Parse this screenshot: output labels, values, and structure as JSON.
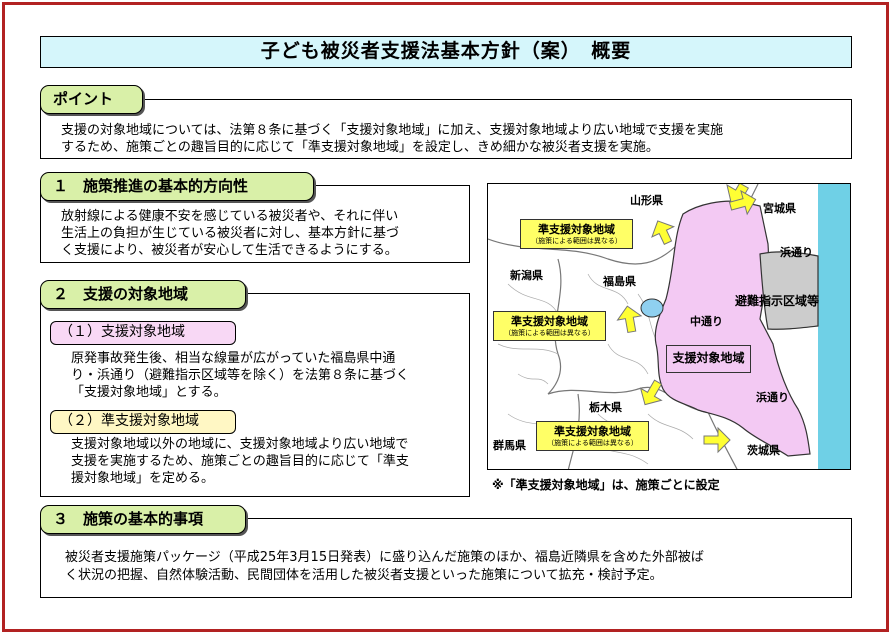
{
  "title": "子ども被災者支援法基本方針（案）　概要",
  "point": {
    "tab": "ポイント",
    "lines": [
      "支援の対象地域については、法第８条に基づく「支援対象地域」に加え、支援対象地域より広い地域で支援を実施",
      "するため、施策ごとの趣旨目的に応じて「準支援対象地域」を設定し、きめ細かな被災者支援を実施。"
    ]
  },
  "section1": {
    "tab": "１　施策推進の基本的方向性",
    "lines": [
      "放射線による健康不安を感じている被災者や、それに伴い",
      "生活上の負担が生じている被災者に対し、基本方針に基づ",
      "く支援により、被災者が安心して生活できるようにする。"
    ]
  },
  "section2": {
    "tab": "２　支援の対象地域",
    "sub1": {
      "label": "（１）支援対象地域",
      "lines": [
        "原発事故発生後、相当な線量が広がっていた福島県中通",
        "り・浜通り（避難指示区域等を除く）を法第８条に基づく",
        "「支援対象地域」とする。"
      ]
    },
    "sub2": {
      "label": "（２）準支援対象地域",
      "lines": [
        "支援対象地域以外の地域に、支援対象地域より広い地域で",
        "支援を実施するため、施策ごとの趣旨目的に応じて「準支",
        "援対象地域」を定める。"
      ]
    }
  },
  "map": {
    "prefectures": {
      "yamagata": "山形県",
      "miyagi": "宮城県",
      "niigata": "新潟県",
      "fukushima": "福島県",
      "tochigi": "栃木県",
      "gunma": "群馬県",
      "ibaraki": "茨城県"
    },
    "areas": {
      "nakadori": "中通り",
      "hamadori_north": "浜通り",
      "hamadori_south": "浜通り",
      "evacuation": "避難指示区域等",
      "support": "支援対象地域"
    },
    "callouts": [
      {
        "title": "準支援対象地域",
        "sub": "（施策による範囲は異なる）"
      },
      {
        "title": "準支援対象地域",
        "sub": "（施策による範囲は異なる）"
      },
      {
        "title": "準支援対象地域",
        "sub": "（施策による範囲は異なる）"
      }
    ],
    "note": "※「準支援対象地域」は、施策ごとに設定",
    "colors": {
      "sea": "#6fd0e6",
      "support": "#f3c9f3",
      "evacuation": "#cccccc",
      "arrow": "#ffff33",
      "lake": "#8fd0f0"
    }
  },
  "section3": {
    "tab": "３　施策の基本的事項",
    "lines": [
      "被災者支援施策パッケージ（平成25年3月15日発表）に盛り込んだ施策のほか、福島近隣県を含めた外部被ば",
      "く状況の把握、自然体験活動、民間団体を活用した被災者支援といった施策について拡充・検討予定。"
    ]
  },
  "colors": {
    "frame": "#b22222",
    "title_bg": "#d5f6fb",
    "tab_bg": "#d9f0a8",
    "sub1_bg": "#f8d8f5",
    "sub2_bg": "#fff7c4"
  }
}
